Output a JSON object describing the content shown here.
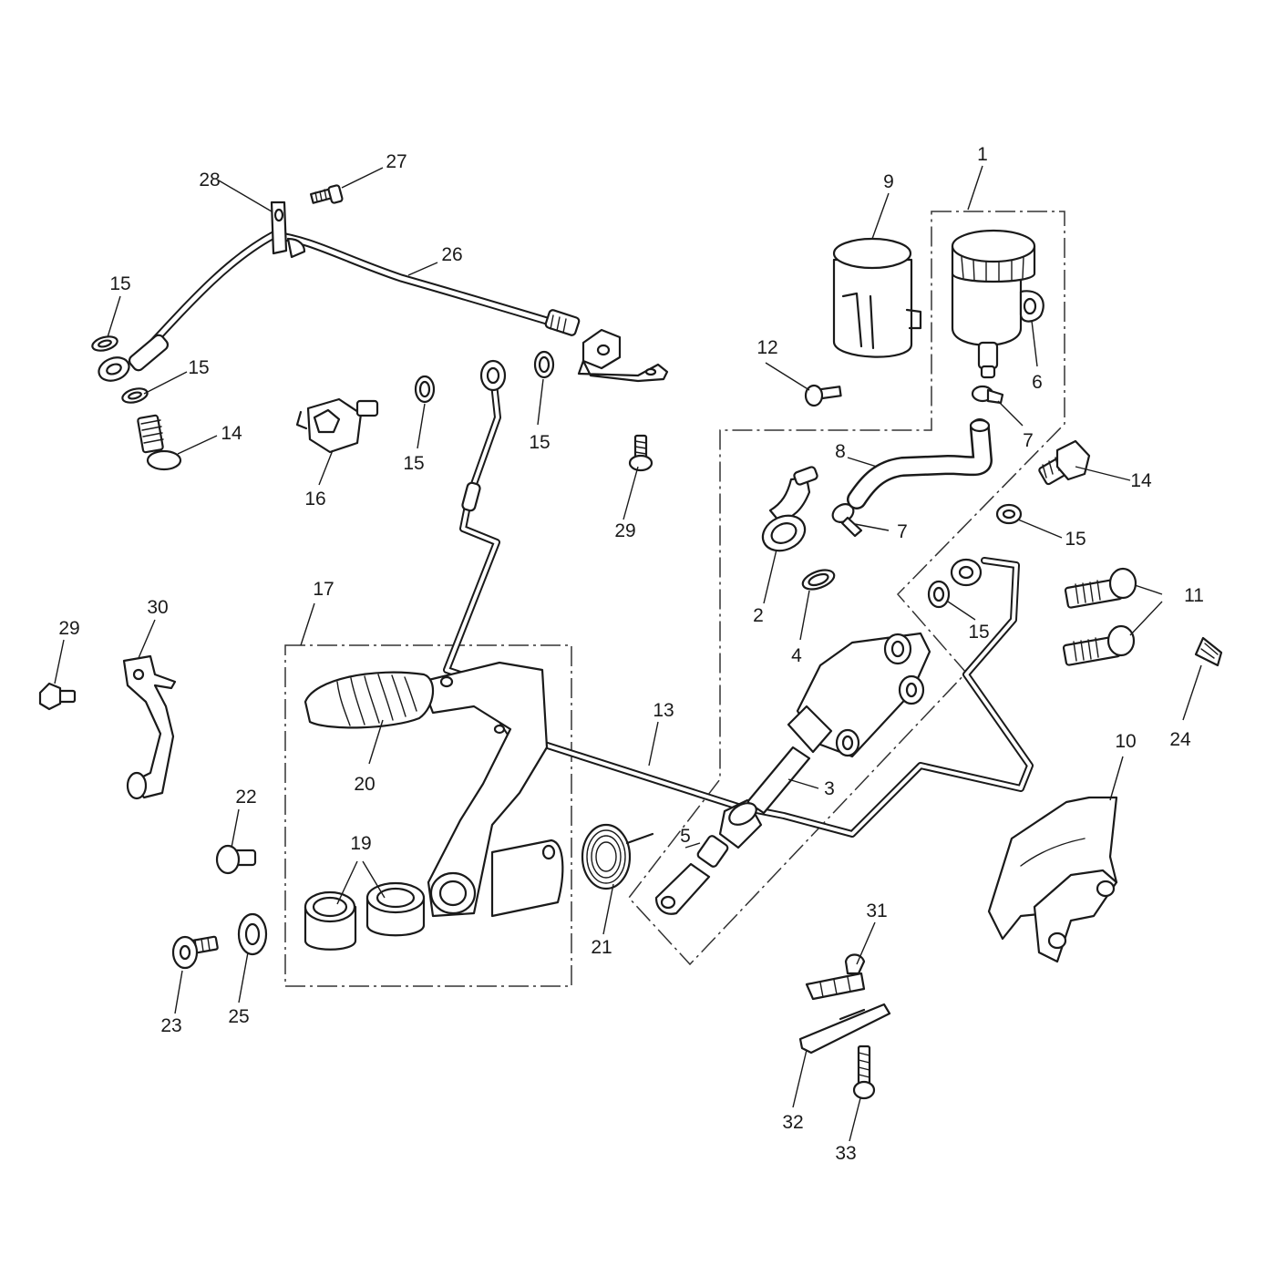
{
  "callouts": {
    "c1": "1",
    "c2": "2",
    "c3": "3",
    "c4": "4",
    "c5": "5",
    "c6": "6",
    "c7a": "7",
    "c7b": "7",
    "c8": "8",
    "c9": "9",
    "c10": "10",
    "c11": "11",
    "c12": "12",
    "c13": "13",
    "c14a": "14",
    "c14b": "14",
    "c15a": "15",
    "c15b": "15",
    "c15c": "15",
    "c15d": "15",
    "c15e": "15",
    "c15f": "15",
    "c16": "16",
    "c17": "17",
    "c19": "19",
    "c20": "20",
    "c21": "21",
    "c22": "22",
    "c23": "23",
    "c24": "24",
    "c25": "25",
    "c26": "26",
    "c27": "27",
    "c28": "28",
    "c29a": "29",
    "c29b": "29",
    "c30": "30",
    "c31": "31",
    "c32": "32",
    "c33": "33"
  }
}
